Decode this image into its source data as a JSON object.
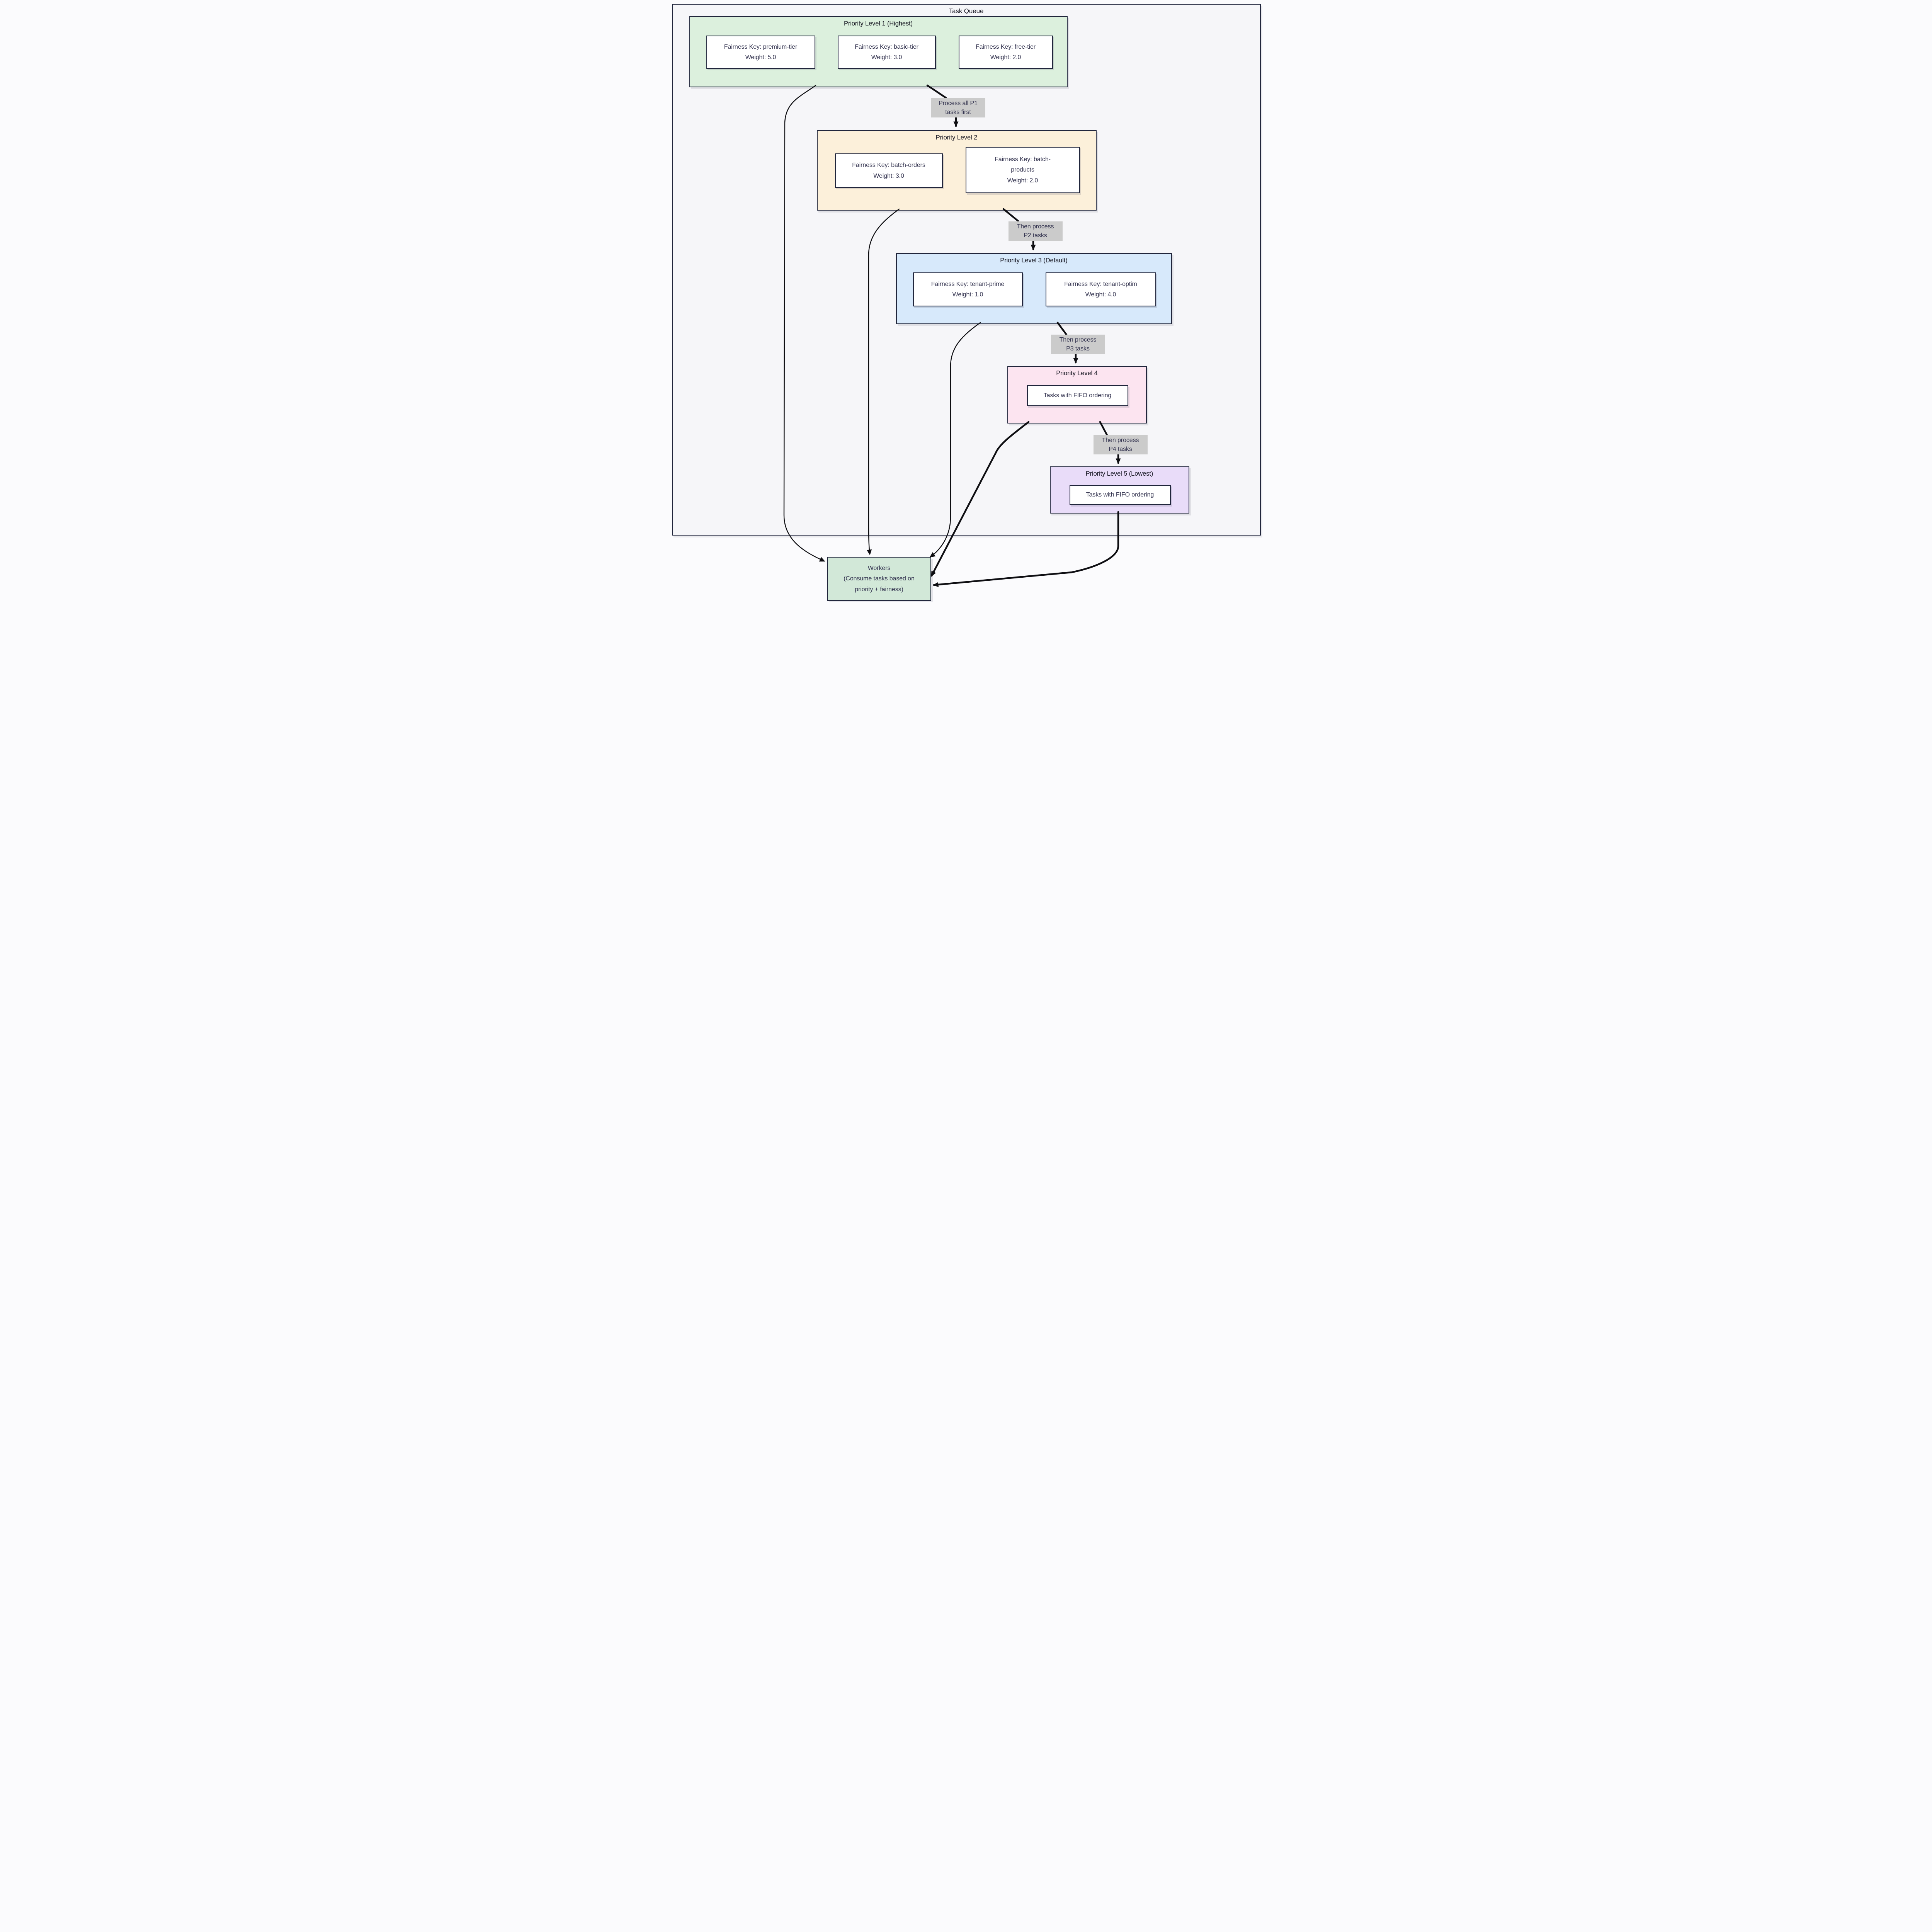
{
  "title": "Task Queue",
  "colors": {
    "page-bg": "#fbfbfd",
    "canvas-bg": "#f6f6f9",
    "border": "#21263c",
    "edge": "#0e0e12",
    "heading": "#14141f",
    "text": "#33334f",
    "node-bg": "#ffffff",
    "label-bg": "#cbcbcb",
    "p1-bg": "#dcf0dd",
    "p2-bg": "#fcf0da",
    "p3-bg": "#d7e9fb",
    "p4-bg": "#fce4f0",
    "p5-bg": "#e9dcf9",
    "workers-bg": "#d2e8d8"
  },
  "levels": [
    {
      "title": "Priority Level 1 (Highest)",
      "items": [
        {
          "text": "Fairness Key: premium-tier\nWeight: 5.0"
        },
        {
          "text": "Fairness Key: basic-tier\nWeight: 3.0"
        },
        {
          "text": "Fairness Key: free-tier\nWeight: 2.0"
        }
      ]
    },
    {
      "title": "Priority Level 2",
      "items": [
        {
          "text": "Fairness Key: batch-orders\nWeight: 3.0"
        },
        {
          "text": "Fairness Key: batch-\nproducts\nWeight: 2.0"
        }
      ]
    },
    {
      "title": "Priority Level 3 (Default)",
      "items": [
        {
          "text": "Fairness Key: tenant-prime\nWeight: 1.0"
        },
        {
          "text": "Fairness Key: tenant-optim\nWeight: 4.0"
        }
      ]
    },
    {
      "title": "Priority Level 4",
      "items": [
        {
          "text": "Tasks with FIFO ordering"
        }
      ]
    },
    {
      "title": "Priority Level 5 (Lowest)",
      "items": [
        {
          "text": "Tasks with FIFO ordering"
        }
      ]
    }
  ],
  "edge_labels": [
    {
      "text": "Process all P1\ntasks first"
    },
    {
      "text": "Then process\nP2 tasks"
    },
    {
      "text": "Then process\nP3 tasks"
    },
    {
      "text": "Then process\nP4 tasks"
    }
  ],
  "workers": {
    "text": "Workers\n(Consume tasks based on\npriority + fairness)"
  }
}
